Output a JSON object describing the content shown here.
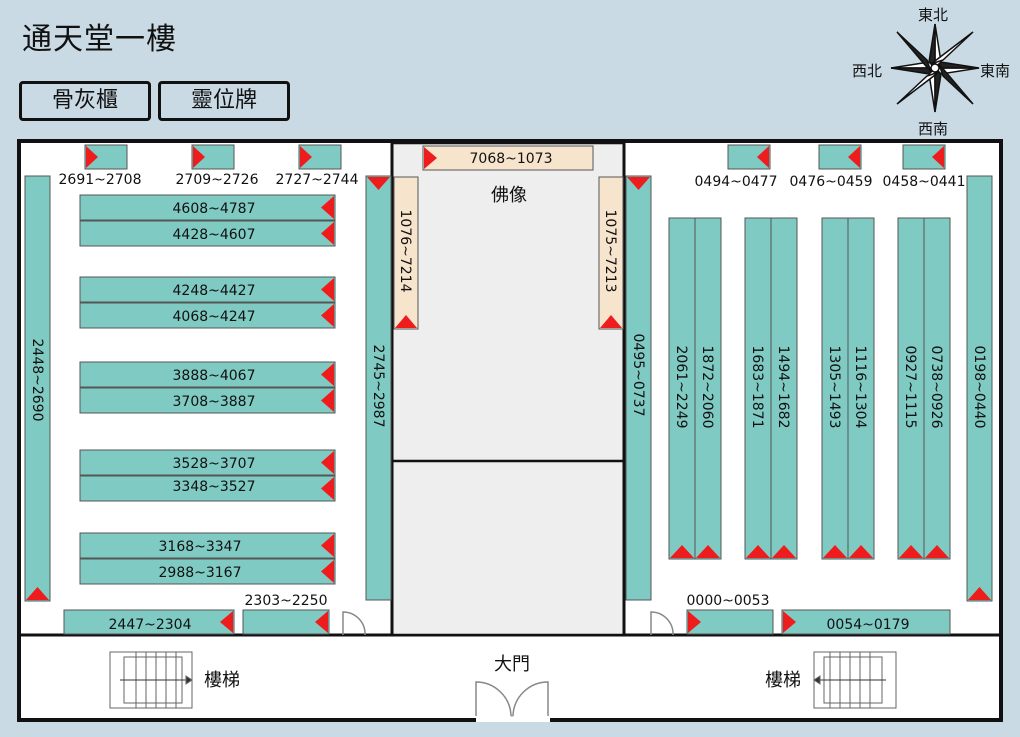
{
  "title": "通天堂一樓",
  "legend": {
    "urn": "骨灰櫃",
    "tablet": "靈位牌"
  },
  "compass": {
    "n": "東北",
    "s": "西南",
    "w": "西北",
    "e": "東南"
  },
  "colors": {
    "urn": "#7fcac3",
    "tablet": "#f7e4cd",
    "marker": "#ee1c1c",
    "floor": "#ffffff",
    "hall": "#eeeeee",
    "background": "#c9dae4"
  },
  "labels": {
    "buddha": "佛像",
    "gate": "大門",
    "stairs_left": "樓梯",
    "stairs_right": "樓梯"
  },
  "cabinets": {
    "top_small": [
      "2691~2708",
      "2709~2726",
      "2727~2744",
      "0494~0477",
      "0476~0459",
      "0458~0441"
    ],
    "left_rows": [
      "4608~4787",
      "4428~4607",
      "4248~4427",
      "4068~4247",
      "3888~4067",
      "3708~3887",
      "3528~3707",
      "3348~3527",
      "3168~3347",
      "2988~3167"
    ],
    "left_vertical": [
      "2448~2690",
      "2745~2987"
    ],
    "bottom_left": [
      "2447~2304",
      "2303~2250"
    ],
    "bottom_right": [
      "0000~0053",
      "0054~0179"
    ],
    "right_vertical": [
      "0495~0737",
      "2061~2249",
      "1872~2060",
      "1683~1871",
      "1494~1682",
      "1305~1493",
      "1116~1304",
      "0927~1115",
      "0738~0926",
      "0198~0440"
    ]
  },
  "tablets": {
    "top": "7068~1073",
    "left": "1076~7214",
    "right": "1075~7213"
  }
}
